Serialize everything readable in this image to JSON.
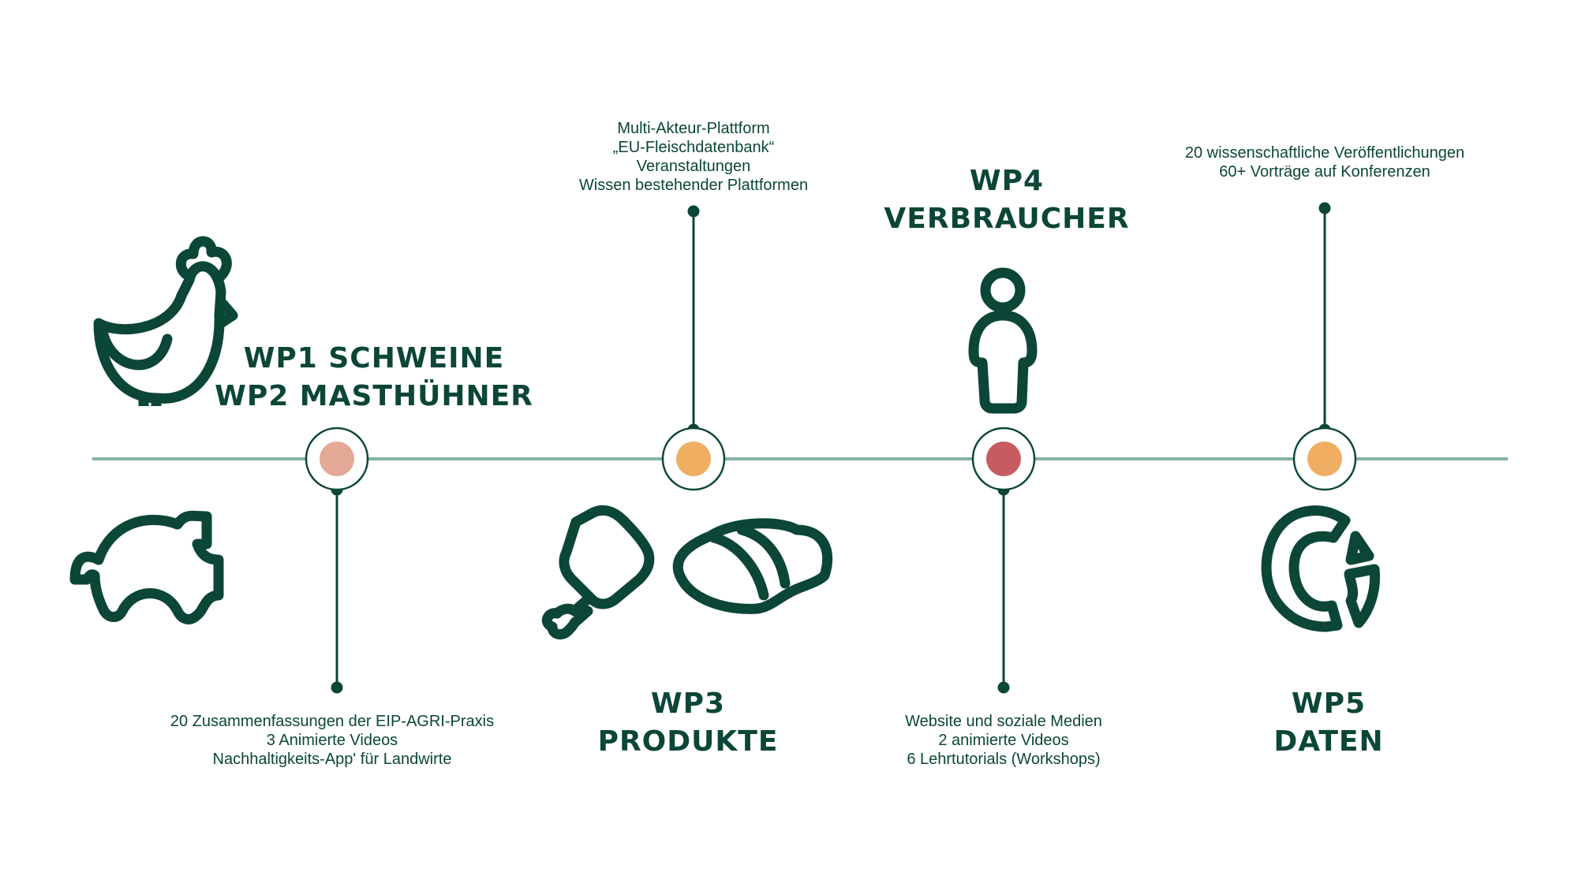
{
  "colors": {
    "dark": "#0b4637",
    "line": "#86b3a0",
    "wp12": "#e3a896",
    "wp3": "#f0ae62",
    "wp4": "#c65c5f",
    "wp5": "#f0ae62"
  },
  "wp12": {
    "title": [
      "WP1 SCHWEINE",
      "WP2 MASTHÜHNER"
    ],
    "items": [
      "20 Zusammenfassungen der EIP-AGRI-Praxis",
      "3 Animierte Videos",
      "Nachhaltigkeits-App' für Landwirte"
    ],
    "icons": [
      "chicken-icon",
      "pig-icon"
    ]
  },
  "wp3": {
    "title": [
      "WP3",
      "PRODUKTE"
    ],
    "items": [
      "Multi-Akteur-Plattform",
      "„EU-Fleischdatenbank“",
      "Veranstaltungen",
      "Wissen bestehender Plattformen"
    ],
    "icons": [
      "drumstick-icon",
      "bread-icon"
    ]
  },
  "wp4": {
    "title": [
      "WP4",
      "VERBRAUCHER"
    ],
    "items": [
      "Website und soziale Medien",
      "2 animierte Videos",
      "6 Lehrtutorials (Workshops)"
    ],
    "icons": [
      "person-icon"
    ]
  },
  "wp5": {
    "title": [
      "WP5",
      "DATEN"
    ],
    "items": [
      "20 wissenschaftliche Veröffentlichungen",
      "60+ Vorträge auf Konferenzen"
    ],
    "icons": [
      "pie-chart-icon"
    ]
  }
}
